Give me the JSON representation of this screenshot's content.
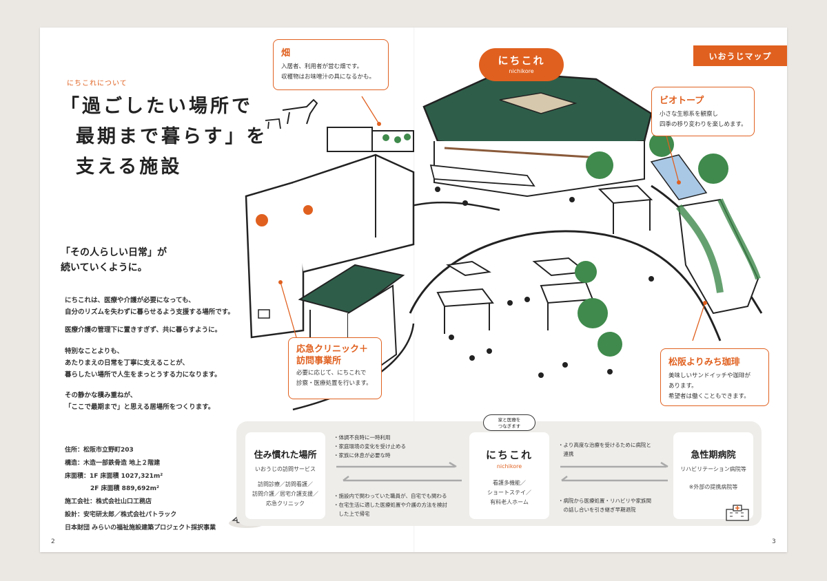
{
  "left_page": {
    "kicker": "にちこれについて",
    "headline_lines": [
      "「過ごしたい場所で",
      "最期まで暮らす」を",
      "支える施設"
    ],
    "lead_lines": [
      "「その人らしい日常」が",
      "続いていくように。"
    ],
    "body_lines": [
      "にちこれは、医療や介護が必要になっても、",
      "自分のリズムを失わずに暮らせるよう支援する場所です。",
      "医療介護の管理下に置きすぎず、共に暮らすように。",
      "特別なことよりも、",
      "あたりまえの日常を丁寧に支えることが、",
      "暮らしたい場所で人生をまっとうする力になります。",
      "その静かな積み重ねが、",
      "「ここで最期まで」と思える居場所をつくります。"
    ],
    "info": {
      "address": "住所：松阪市立野町203",
      "structure": "構造：木造一部鉄骨造 地上２階建",
      "floor_area_1f": "床面積：1F 床面積 1027,321m²",
      "floor_area_2f": "2F 床面積 889,692m²",
      "builder": "施工会社：株式会社山口工務店",
      "design": "設計：安宅研太郎／株式会社パトラック",
      "foundation": "日本財団 みらいの福祉施設建築プロジェクト採択事業"
    },
    "page_number": "2"
  },
  "right_page": {
    "map_badge": "いおうじマップ",
    "center_bubble": {
      "title": "にちこれ",
      "subtitle": "nichikore"
    },
    "callouts": {
      "field": {
        "title": "畑",
        "lines": [
          "入居者、利用者が営む畑です。",
          "収穫物はお味噌汁の具になるかも。"
        ]
      },
      "biotope": {
        "title": "ビオトープ",
        "lines": [
          "小さな生態系を観察し",
          "四季の移り変わりを楽しめます。"
        ]
      },
      "clinic": {
        "title_lines": [
          "応急クリニック＋",
          "訪問事業所"
        ],
        "lines": [
          "必要に応じて、にちこれで",
          "診察・医療処置を行います。"
        ]
      },
      "cafe": {
        "title": "松阪よりみち珈琲",
        "lines": [
          "美味しいサンドイッチや珈琲が",
          "あります。",
          "希望者は働くこともできます。"
        ]
      }
    },
    "flow": {
      "home": {
        "title": "住み慣れた場所",
        "subtitle": "いおうじの訪問サービス",
        "services": [
          "訪問診療／訪問看護／",
          "訪問介護／居宅介護支援／",
          "応急クリニック"
        ]
      },
      "nichikore": {
        "tag_lines": [
          "家と医療を",
          "つなぎます"
        ],
        "title": "にちこれ",
        "subtitle": "nichikore",
        "services": [
          "看護多機能／",
          "ショートステイ／",
          "有料老人ホーム"
        ]
      },
      "hospital": {
        "title": "急性期病院",
        "subtitle": "リハビリテーション病院等",
        "note": "※外部の提携病院等"
      },
      "left_top_notes": [
        "・体調不良時に一時利用",
        "・家庭環境の変化を受け止める",
        "・家族に休息が必要な時"
      ],
      "left_bottom_notes": [
        "・施設内で関わっていた職員が、自宅でも関わる",
        "・在宅生活に適した医療処置や介護の方法を検討",
        "　した上で帰宅"
      ],
      "right_top_notes": [
        "・より高度な治療を受けるために病院と",
        "　連携"
      ],
      "right_bottom_notes": [
        "・病院から医療処置・リハビリや家族間",
        "　の話し合いを引き継ぎ早期退院"
      ]
    },
    "page_number": "3"
  },
  "colors": {
    "accent": "#e0601f",
    "roof_green": "#2e5e4a",
    "tree_green": "#3f8a4c",
    "water_blue": "#a9c8e6",
    "flow_bg": "#eeedea"
  }
}
